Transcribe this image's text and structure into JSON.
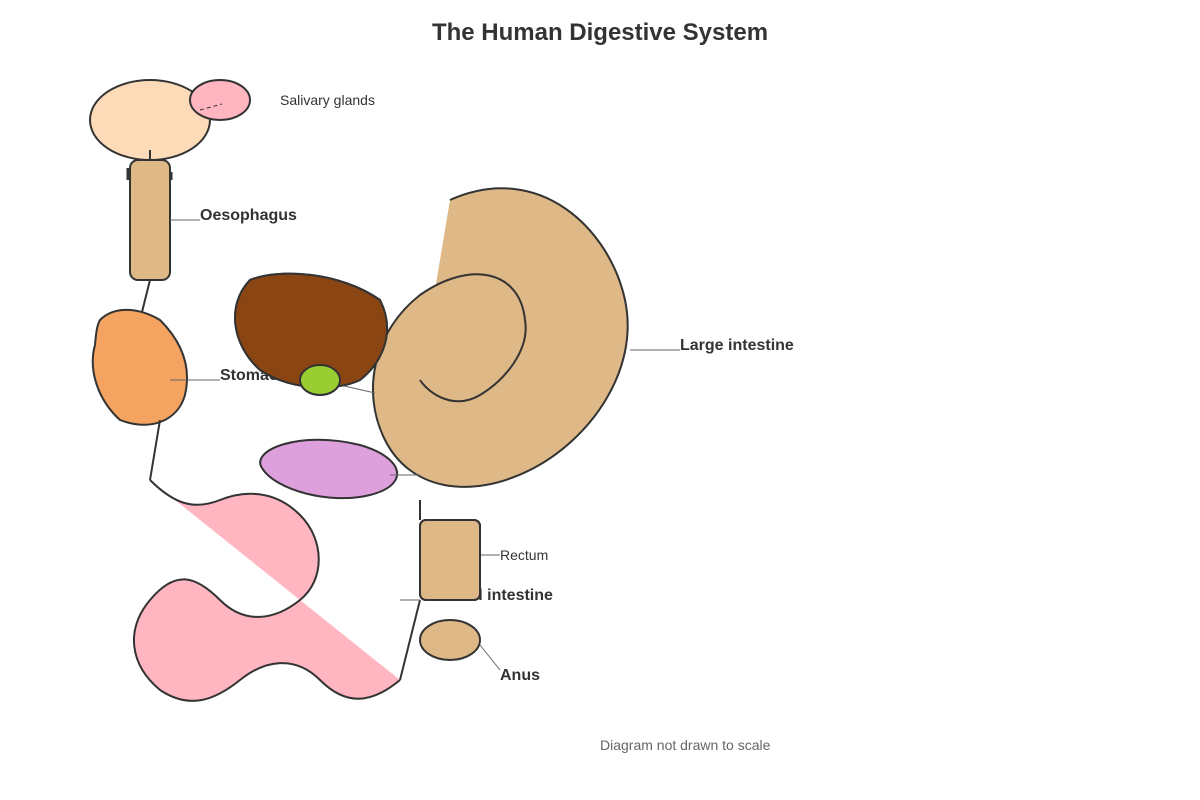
{
  "diagram": {
    "title": "The Human Digestive System",
    "footnote": "Diagram not drawn to scale",
    "labels": {
      "salivary_glands": "Salivary glands",
      "oesophagus": "Oesophagus",
      "stomach": "Stomach",
      "large_intestine": "Large intestine",
      "rectum": "Rectum",
      "small_intestine": "Small intestine",
      "anus": "Anus"
    },
    "colors": {
      "mouth": "#FDDBB8",
      "salivary_glands": "#FFB6C1",
      "oesophagus": "#DEB887",
      "stomach": "#F4A460",
      "liver": "#8B4513",
      "gall_bladder": "#9ACD32",
      "pancreas": "#DDA0DD",
      "large_intestine": "#DEB887",
      "small_intestine": "#FFB6C1",
      "rectum": "#DEB887",
      "anus": "#DEB887",
      "outline": "#333333"
    }
  }
}
